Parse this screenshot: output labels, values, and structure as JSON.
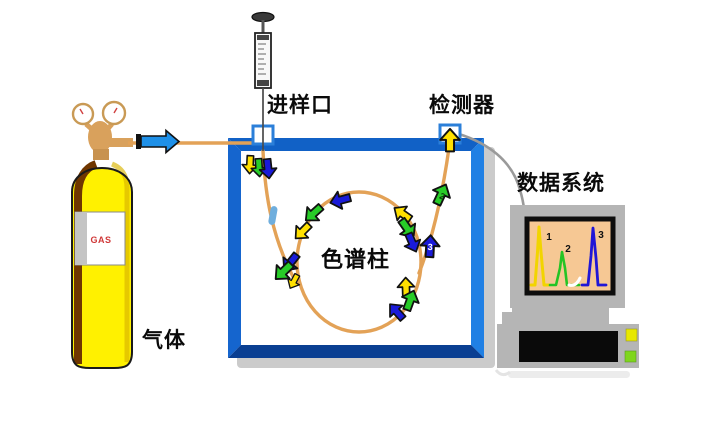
{
  "labels": {
    "injection_port": "进样口",
    "detector": "检测器",
    "data_system": "数据系统",
    "column": "色谱柱",
    "carrier_gas": "气体",
    "cylinder_text": "GAS"
  },
  "chromatogram": {
    "type": "line",
    "title": "",
    "peaks": [
      {
        "label": "1",
        "color": "#F2D400",
        "relative_height": 0.95,
        "relative_position": 0.13
      },
      {
        "label": "2",
        "color": "#24C424",
        "relative_height": 0.55,
        "relative_position": 0.42
      },
      {
        "label": "3",
        "color": "#2016D6",
        "relative_height": 0.95,
        "relative_position": 0.78
      }
    ],
    "screen_background": "#F6C894"
  },
  "colors": {
    "oven_border_top": "#1161C6",
    "oven_border_left": "#1565CE",
    "oven_border_right": "#2080E4",
    "oven_border_bottom": "#0A3F92",
    "tube": "#E3A257",
    "molecule_yellow": "#FFE000",
    "molecule_green": "#28CC28",
    "molecule_blue": "#1A1AD8",
    "carrier_arrow_blue": "#1E90E8",
    "cylinder_yellow": "#FFF100",
    "computer_gray": "#B5B5B5"
  }
}
